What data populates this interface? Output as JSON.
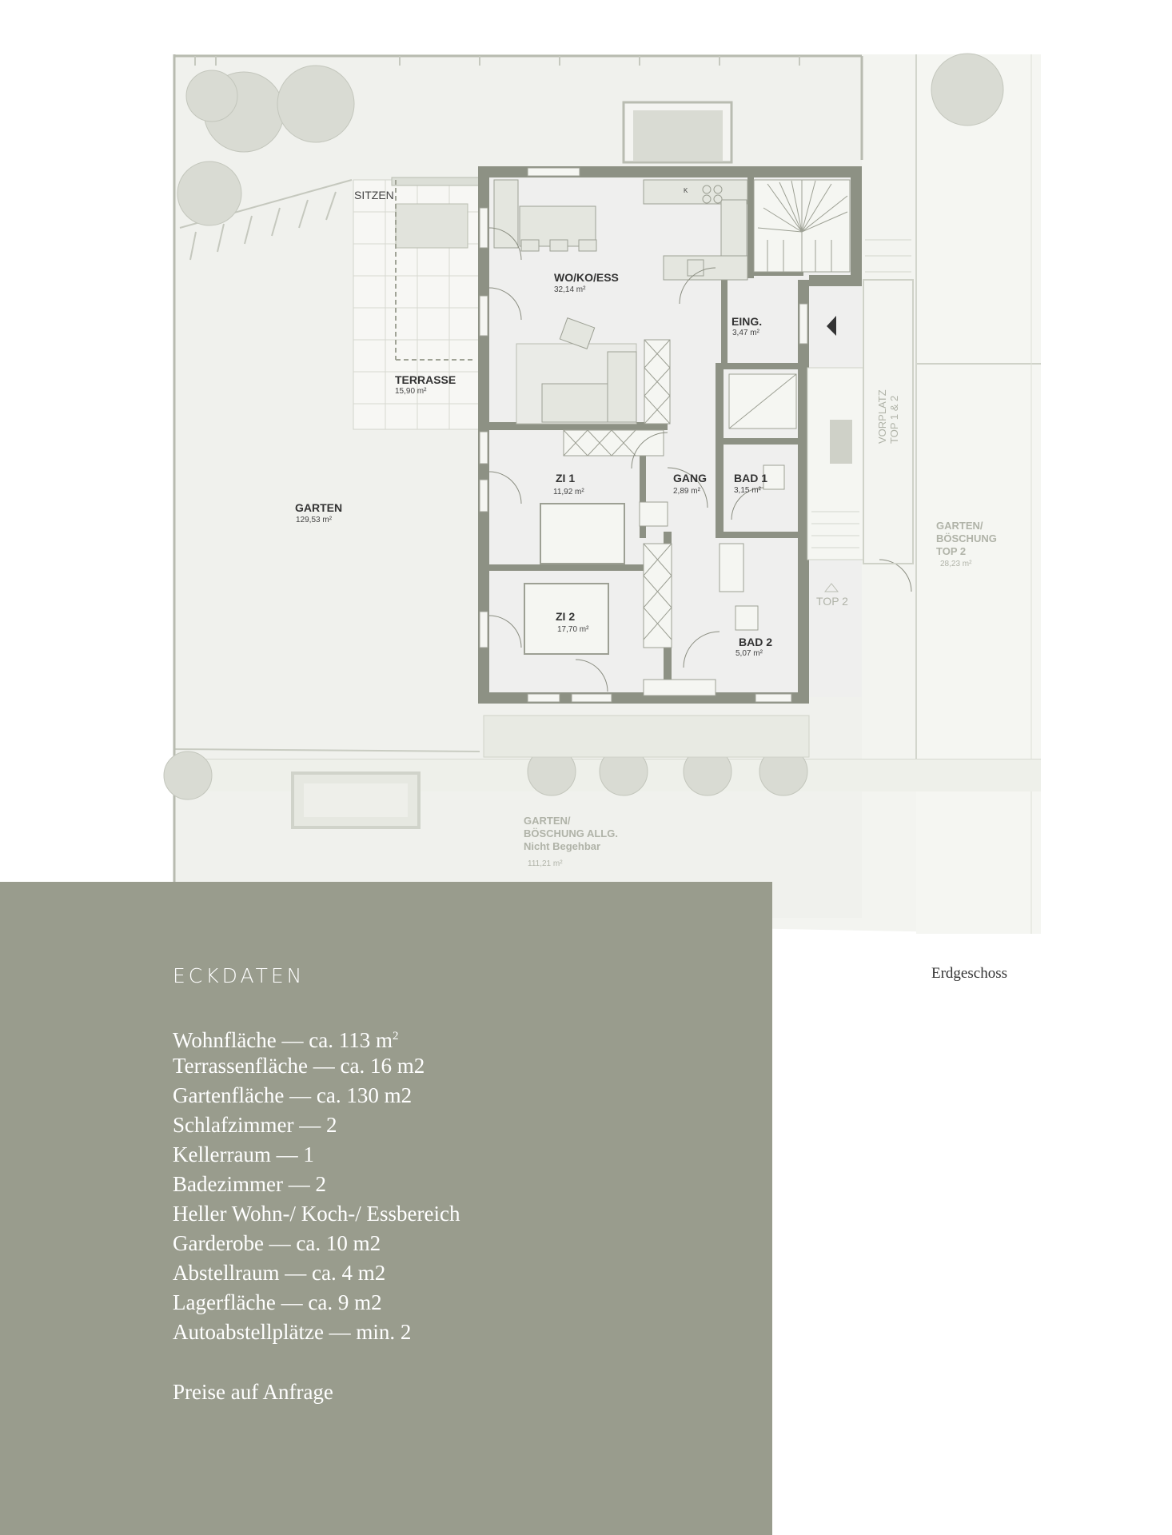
{
  "plan": {
    "rooms": [
      {
        "name": "WO/KO/ESS",
        "area": "32,14 m²"
      },
      {
        "name": "EING.",
        "area": "3,47 m²"
      },
      {
        "name": "TERRASSE",
        "area": "15,90 m²"
      },
      {
        "name": "ZI 1",
        "area": "11,92 m²"
      },
      {
        "name": "GANG",
        "area": "2,89 m²"
      },
      {
        "name": "BAD 1",
        "area": "3,15 m²"
      },
      {
        "name": "ZI 2",
        "area": "17,70 m²"
      },
      {
        "name": "BAD 2",
        "area": "5,07 m²"
      },
      {
        "name": "GARTEN",
        "area": "129,53 m²"
      }
    ],
    "sitzen": "SITZEN",
    "vorplatz": [
      "VORPLATZ",
      "TOP 1 & 2"
    ],
    "top2_marker": "TOP 2",
    "garten_top2": {
      "lines": [
        "GARTEN/",
        "BÖSCHUNG",
        "TOP 2"
      ],
      "area": "28,23 m²"
    },
    "garten_allg": {
      "lines": [
        "GARTEN/",
        "BÖSCHUNG ALLG.",
        "Nicht Begehbar"
      ],
      "area": "111,21 m²"
    },
    "kitchen_mark": "K"
  },
  "panel": {
    "title": "ECKDATEN",
    "facts": [
      "Wohnfläche — ca. 113 m",
      "Terrassenfläche — ca. 16 m2",
      "Gartenfläche — ca. 130 m2",
      "Schlafzimmer — 2",
      "Kellerraum — 1",
      "Badezimmer — 2",
      "Heller Wohn-/ Koch-/ Essbereich",
      "Garderobe — ca. 10 m2",
      "Abstellraum — ca. 4 m2",
      "Lagerfläche — ca. 9 m2",
      "Autoabstellplätze — min. 2"
    ],
    "fact0_sup": "2",
    "price": "Preise auf Anfrage"
  },
  "floor_label": "Erdgeschoss",
  "colors": {
    "panel": "#999c8d",
    "wall": "#8d9184",
    "ground": "#f1f2ee"
  }
}
